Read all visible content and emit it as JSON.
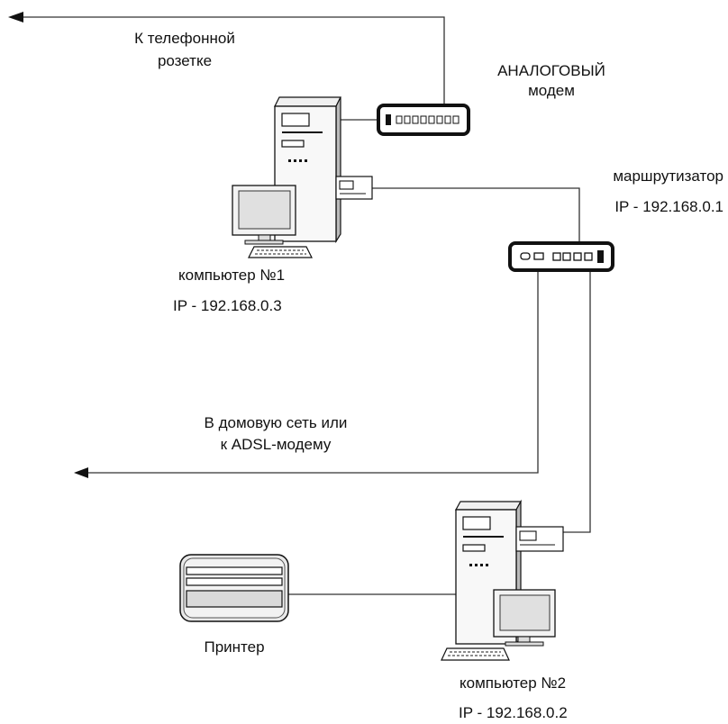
{
  "labels": {
    "phone_socket": [
      "К телефонной",
      "розетке"
    ],
    "analog_modem": [
      "АНАЛОГОВЫЙ",
      "модем"
    ],
    "router": [
      "маршрутизатор",
      "IP - 192.168.0.1"
    ],
    "computer1": [
      "компьютер №1",
      "IP - 192.168.0.3"
    ],
    "home_network": [
      "В домовую сеть или",
      "к ADSL-модему"
    ],
    "printer": "Принтер",
    "computer2": [
      "компьютер №2",
      "IP - 192.168.0.2"
    ]
  },
  "icons": {
    "tower": "pc-tower-icon",
    "monitor": "monitor-icon",
    "keyboard": "keyboard-icon",
    "modem": "modem-icon",
    "router": "router-icon",
    "printer": "printer-icon"
  },
  "colors": {
    "line": "#333333",
    "device_fill": "#f4f4f4",
    "screen_fill": "#e2e2e2",
    "outline": "#1a1a1a"
  }
}
